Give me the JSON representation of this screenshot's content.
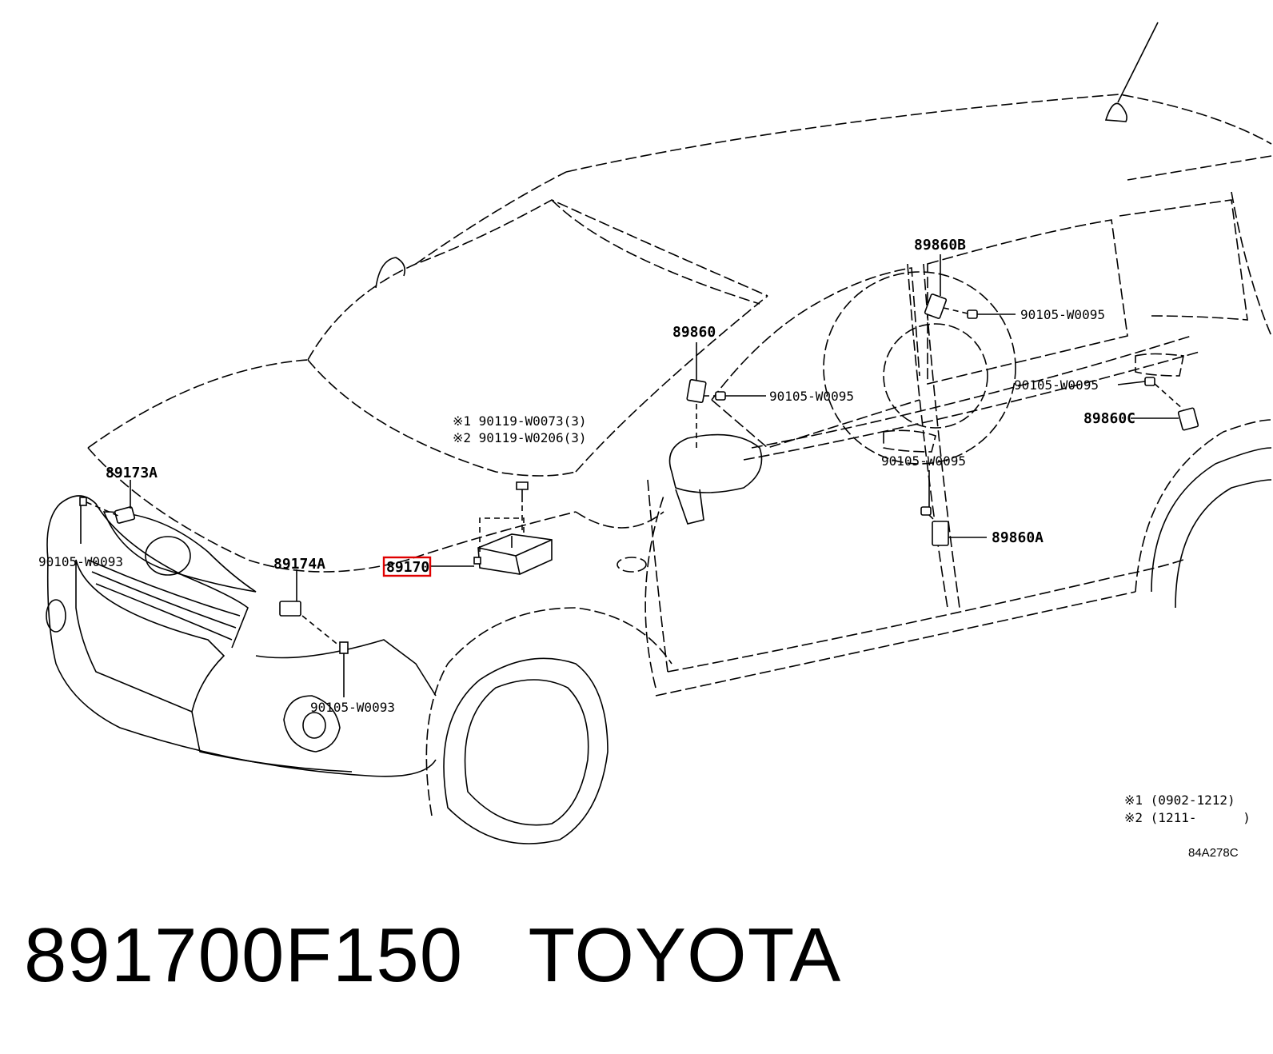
{
  "caption": {
    "part_number": "891700F150",
    "brand": "TOYOTA"
  },
  "callouts": {
    "c_89173A": "89173A",
    "c_90105_W0093_left": "90105-W0093",
    "c_89174A": "89174A",
    "c_89170": "89170",
    "c_90105_W0093_bottom": "90105-W0093",
    "c_bolt1": "※1 90119-W0073(3)",
    "c_bolt2": "※2 90119-W0206(3)",
    "c_89860": "89860",
    "c_90105_W0095_a": "90105-W0095",
    "c_89860B": "89860B",
    "c_90105_W0095_b": "90105-W0095",
    "c_90105_W0095_c": "90105-W0095",
    "c_89860C": "89860C",
    "c_90105_W0095_d": "90105-W0095",
    "c_89860A": "89860A"
  },
  "notes": {
    "note1": "※1 (0902-1212)",
    "note2": "※2 (1211-      )"
  },
  "diagram_code": "84A278C",
  "highlight_color": "#e00000"
}
